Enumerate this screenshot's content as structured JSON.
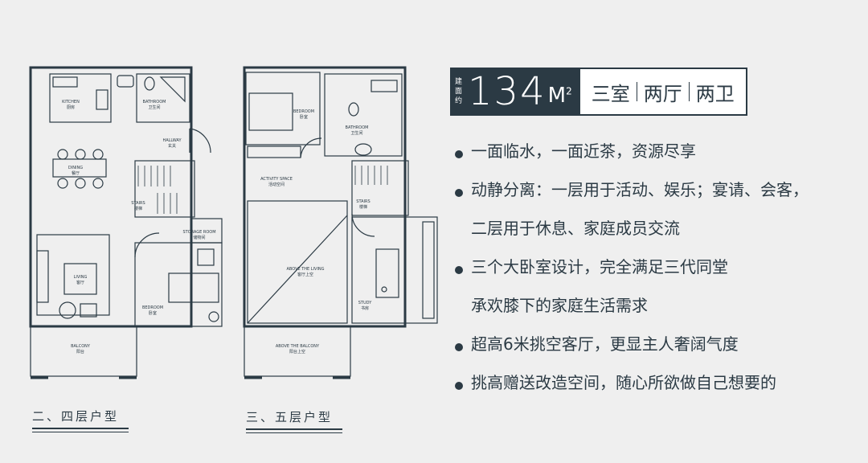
{
  "plans": [
    {
      "title": "二、四层户型",
      "rooms": {
        "kitchen": [
          "KITCHEN",
          "厨房"
        ],
        "bathroom": [
          "BATHROOM",
          "卫生间"
        ],
        "hallway": [
          "HALLWAY",
          "玄关"
        ],
        "dining": [
          "DINING",
          "餐厅"
        ],
        "stairs": [
          "STAIRS",
          "楼梯"
        ],
        "storage": [
          "STORAGE ROOM",
          "储物间"
        ],
        "living": [
          "LIVING",
          "客厅"
        ],
        "bedroom": [
          "BEDROOM",
          "卧室"
        ],
        "balcony": [
          "BALCONY",
          "阳台"
        ]
      }
    },
    {
      "title": "三、五层户型",
      "rooms": {
        "bedroom": [
          "BEDROOM",
          "卧室"
        ],
        "bathroom": [
          "BATHROOM",
          "卫生间"
        ],
        "activity": [
          "ACTIVITY SPACE",
          "活动空间"
        ],
        "stairs": [
          "STAIRS",
          "楼梯"
        ],
        "above_living": [
          "ABOVE THE LIVING",
          "客厅上空"
        ],
        "study": [
          "STUDY",
          "书房"
        ],
        "above_balcony": [
          "ABOVE THE BALCONY",
          "阳台上空"
        ]
      }
    }
  ],
  "area": {
    "label": "建面约",
    "number": "134",
    "unit": "M",
    "unit_sup": "2",
    "room_types": [
      "三室",
      "两厅",
      "两卫"
    ]
  },
  "features": [
    {
      "text": "一面临水，一面近茶，资源尽享",
      "bullet": true
    },
    {
      "text": "动静分离：一层用于活动、娱乐；宴请、会客，",
      "bullet": true
    },
    {
      "text": "二层用于休息、家庭成员交流",
      "bullet": false
    },
    {
      "text": "三个大卧室设计，完全满足三代同堂",
      "bullet": true
    },
    {
      "text": "承欢膝下的家庭生活需求",
      "bullet": false
    },
    {
      "text": "超高6米挑空客厅，更显主人奢阔气度",
      "bullet": true
    },
    {
      "text": "挑高赠送改造空间，随心所欲做自己想要的",
      "bullet": true
    }
  ],
  "colors": {
    "primary": "#2b3a44",
    "background": "#efefef"
  }
}
